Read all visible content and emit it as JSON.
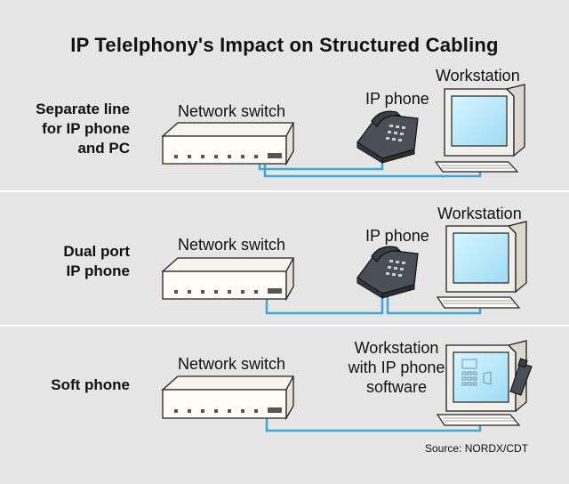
{
  "title": "IP Telelphony's Impact on Structured Cabling",
  "source": "Source: NORDX/CDT",
  "rows": [
    {
      "label": "Separate line\nfor IP phone\nand PC",
      "switch_label": "Network switch",
      "phone_label": "IP phone",
      "workstation_label": "Workstation"
    },
    {
      "label": "Dual port\nIP phone",
      "switch_label": "Network switch",
      "phone_label": "IP phone",
      "workstation_label": "Workstation"
    },
    {
      "label": "Soft phone",
      "switch_label": "Network switch",
      "workstation_label": "Workstation\nwith IP phone\nsoftware"
    }
  ],
  "colors": {
    "background": "#e6e6e6",
    "cable": "#3fa7d6",
    "monitor_screen": "#b9ecff",
    "phone": "#4a4f57"
  }
}
